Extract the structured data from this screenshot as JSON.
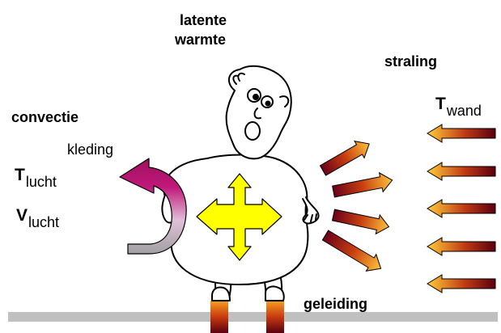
{
  "labels": {
    "latent_heat_line1": "latente",
    "latent_heat_line2": "warmte",
    "radiation": "straling",
    "convection": "convectie",
    "clothing": "kleding",
    "conduction": "geleiding",
    "t_wall_symbol": "T",
    "t_wall_sub": "wand",
    "t_air_symbol": "T",
    "t_air_sub": "lucht",
    "v_air_symbol": "V",
    "v_air_sub": "lucht"
  },
  "colors": {
    "arrow_dark": "#6b0018",
    "arrow_mid": "#d04010",
    "arrow_light": "#f5a020",
    "arrow_bright": "#ffd24a",
    "convection_magenta": "#c0187a",
    "convection_grey": "#a8a8a8",
    "heat_cross": "#ffff00",
    "floor": "#c0c0c0"
  },
  "icons": {
    "person": "cartoon-person",
    "heat_source": "four-way-arrow-cross",
    "radiation_out": "diagonal-arrows",
    "radiation_in": "left-arrows",
    "convection": "curved-arrow",
    "conduction": "feet-gradient-blocks"
  }
}
